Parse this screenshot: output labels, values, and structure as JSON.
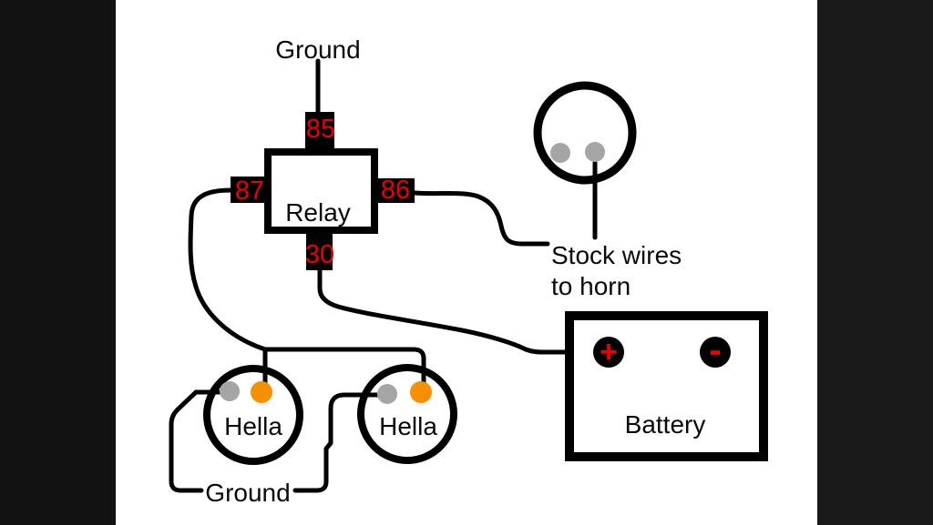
{
  "diagram": {
    "type": "horn relay wiring diagram",
    "ground_top_label": "Ground",
    "ground_bottom_label": "Ground",
    "stock_wires_label_line1": "Stock wires",
    "stock_wires_label_line2": "to horn"
  },
  "relay": {
    "label": "Relay",
    "pin_top": "85",
    "pin_left": "87",
    "pin_right": "86",
    "pin_bottom": "30"
  },
  "battery": {
    "label": "Battery",
    "positive_terminal": "+",
    "negative_terminal": "-"
  },
  "horns": {
    "left_label": "Hella",
    "right_label": "Hella"
  },
  "colors": {
    "letterbox_left": "#121212",
    "letterbox_right": "#1a1a1a",
    "canvas": "#ffffff",
    "wire": "#000000",
    "pin_number_red": "#ee0000",
    "terminal_symbol_red": "#ee0000",
    "connector_dot_gray": "#a5a5a5",
    "connector_dot_orange": "#f78f00"
  }
}
